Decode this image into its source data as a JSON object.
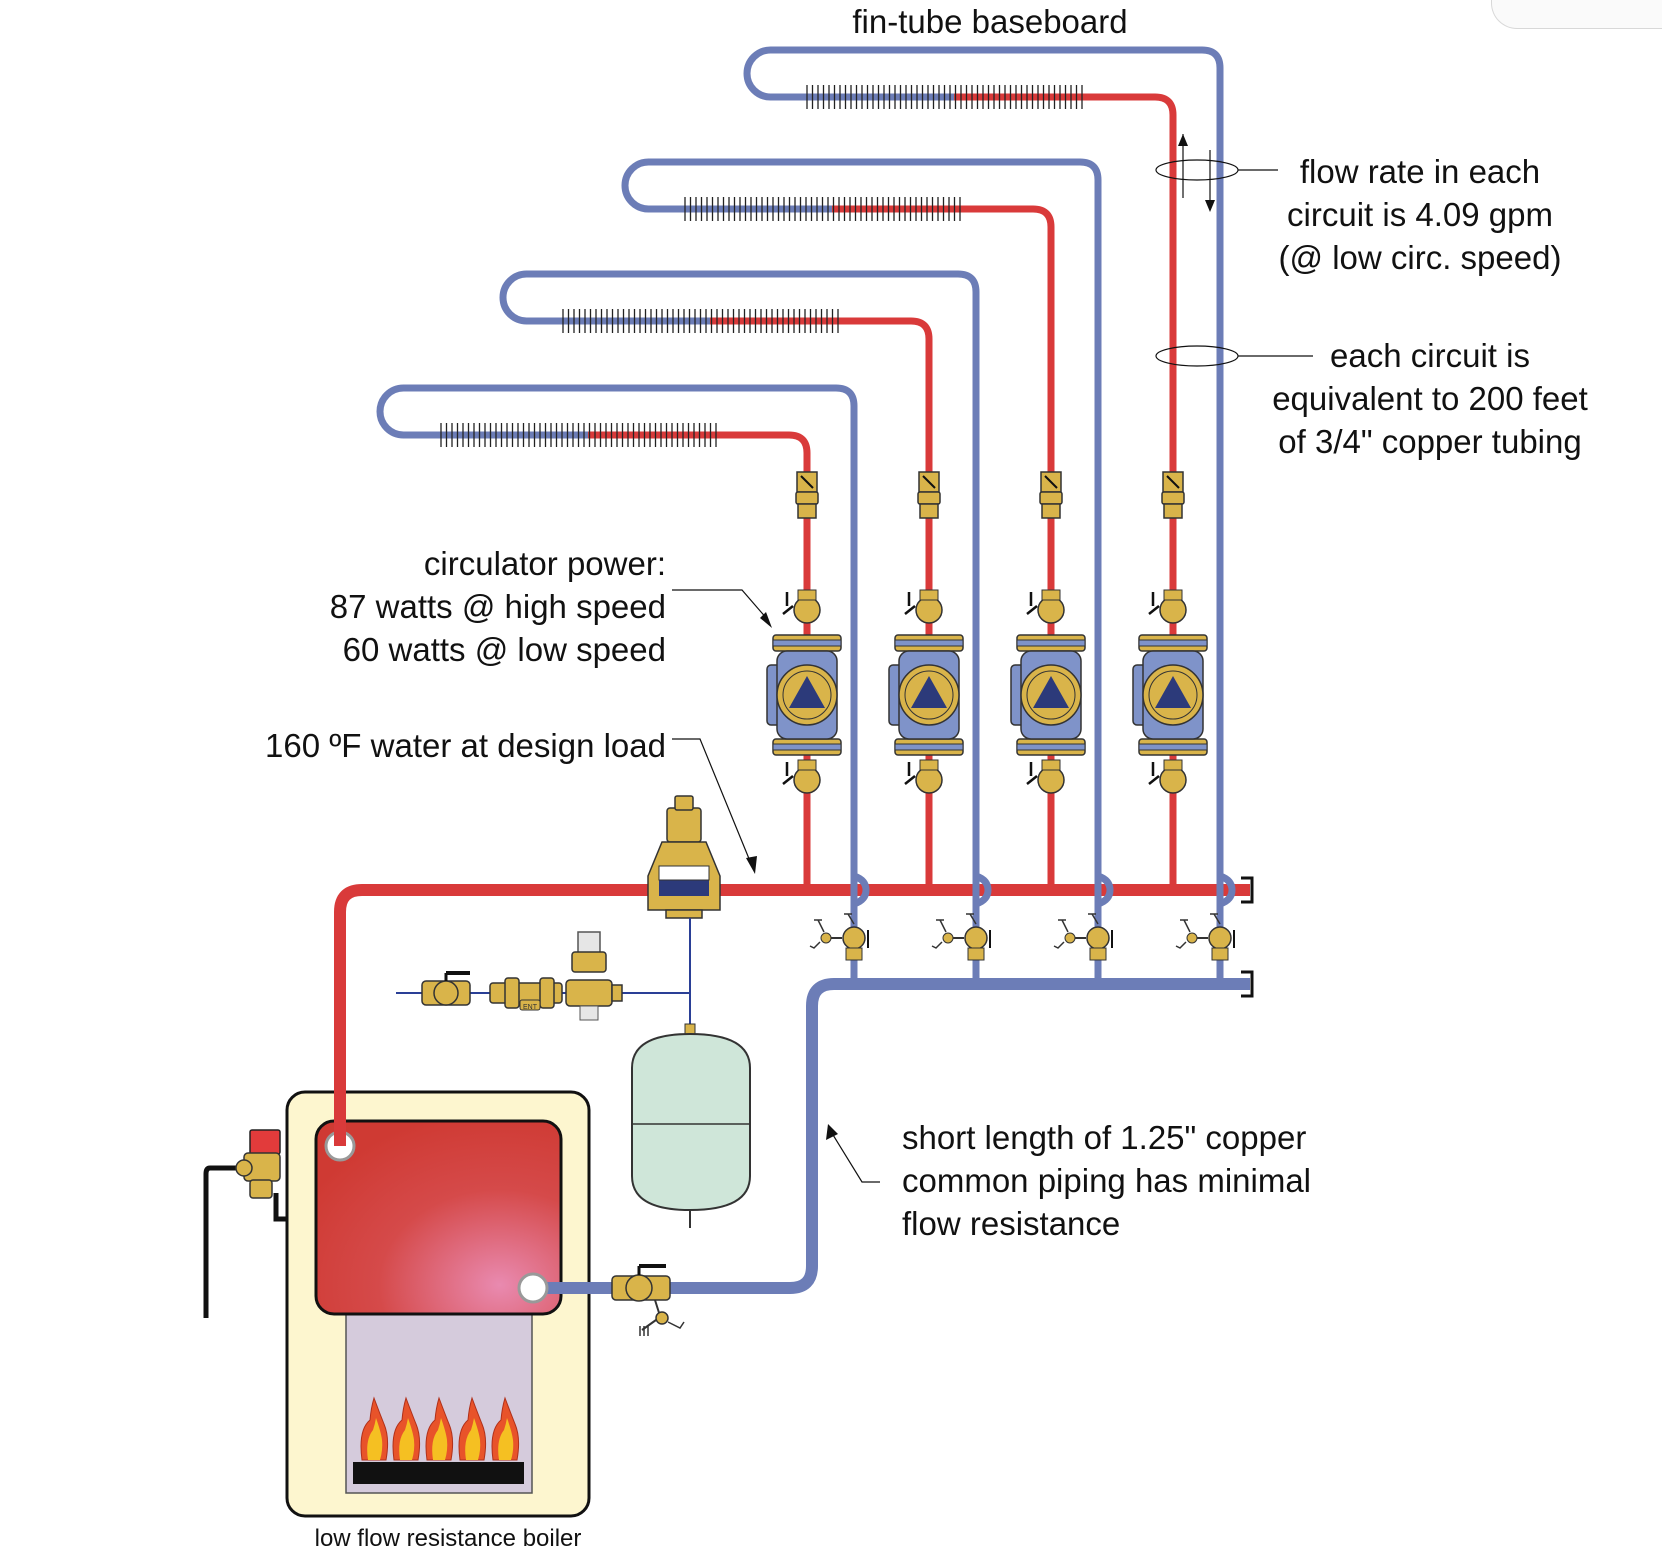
{
  "labels": {
    "baseboard": "fin-tube baseboard",
    "flow_rate": [
      "flow rate in each",
      "circuit is 4.09 gpm",
      "(@ low circ. speed)"
    ],
    "equivalent": [
      "each circuit is",
      "equivalent to 200 feet",
      "of 3/4\" copper tubing"
    ],
    "circulator_power": [
      "circulator power:",
      "87 watts @ high speed",
      "60 watts @ low speed"
    ],
    "supply_temp": "160 ºF water at design load",
    "common_piping": [
      "short length of 1.25\" copper",
      "common piping has minimal",
      "flow resistance"
    ],
    "boiler": "low flow resistance boiler",
    "valve_tag": "ENT"
  },
  "colors": {
    "supply_pipe": "#d93a3a",
    "return_pipe": "#6c7db7",
    "brass": "#d9b44a",
    "pump_body": "#7f93c9",
    "boiler_jacket": "#fdf6cf",
    "boiler_hx": "#d23c3c",
    "flame": "#f5c022",
    "expansion_tank": "#cfe6d9"
  },
  "circuits": [
    {
      "name": "circuit-1"
    },
    {
      "name": "circuit-2"
    },
    {
      "name": "circuit-3"
    },
    {
      "name": "circuit-4"
    }
  ]
}
